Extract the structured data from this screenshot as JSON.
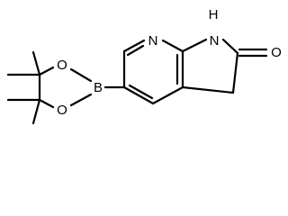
{
  "atoms": {
    "ring_nitrogen": "N",
    "nh_nitrogen": "N",
    "nh_hydrogen": "H",
    "carbonyl_oxygen": "O",
    "boron": "B",
    "ester_oxygen_top": "O",
    "ester_oxygen_bottom": "O"
  }
}
